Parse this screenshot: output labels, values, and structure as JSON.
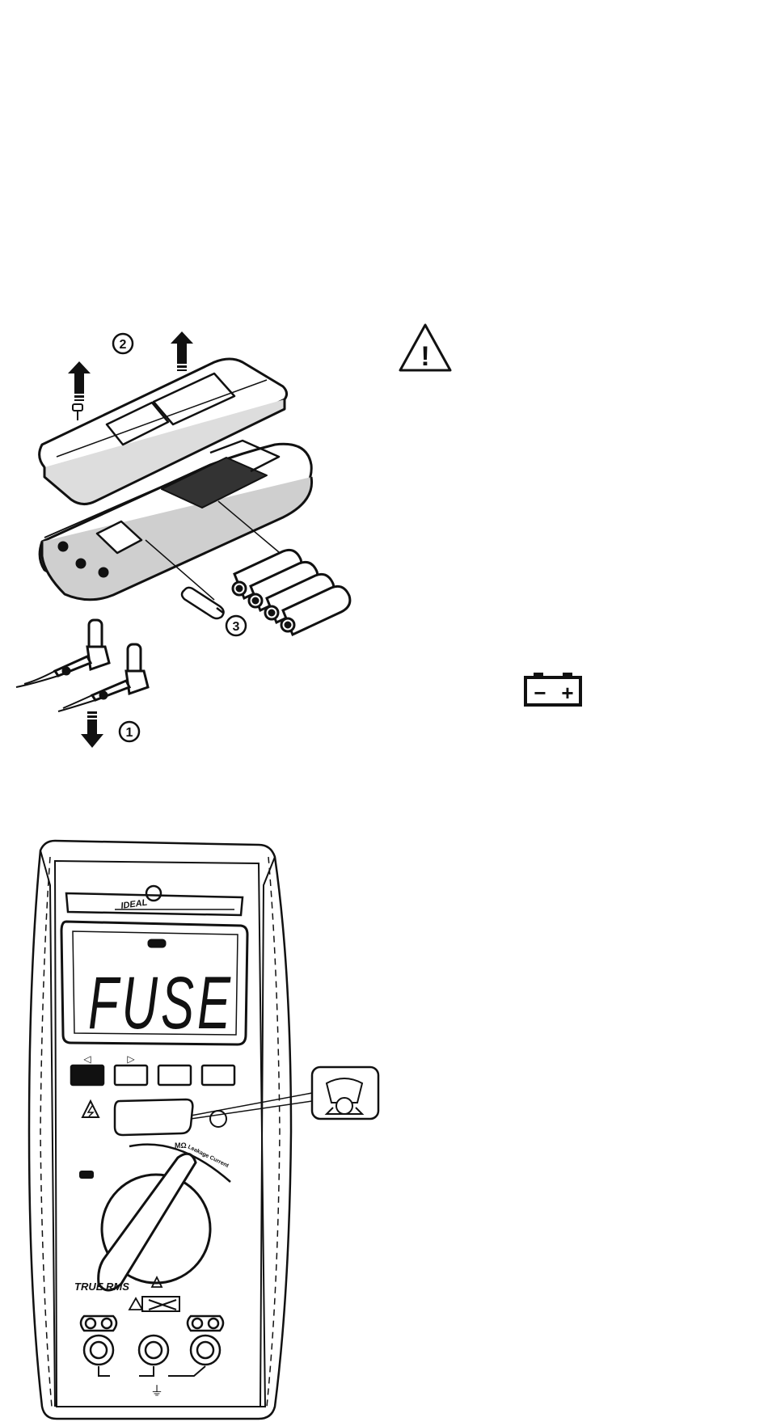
{
  "battery_fuse_figure": {
    "step_markers": [
      "①",
      "②",
      "③"
    ]
  },
  "warning_icon": {
    "symbol": "!"
  },
  "battery_symbol": {
    "minus": "−",
    "plus": "+"
  },
  "meter": {
    "brand_logo": "IDEAL",
    "lcd_text": "FUSE",
    "left_arrow": "◁",
    "right_arrow": "▷",
    "dial_arc_label_ohm": "MΩ",
    "dial_arc_label_leakage": "Leakage Current",
    "true_rms": "TRUE RMS",
    "ground_symbol": "⏚"
  }
}
